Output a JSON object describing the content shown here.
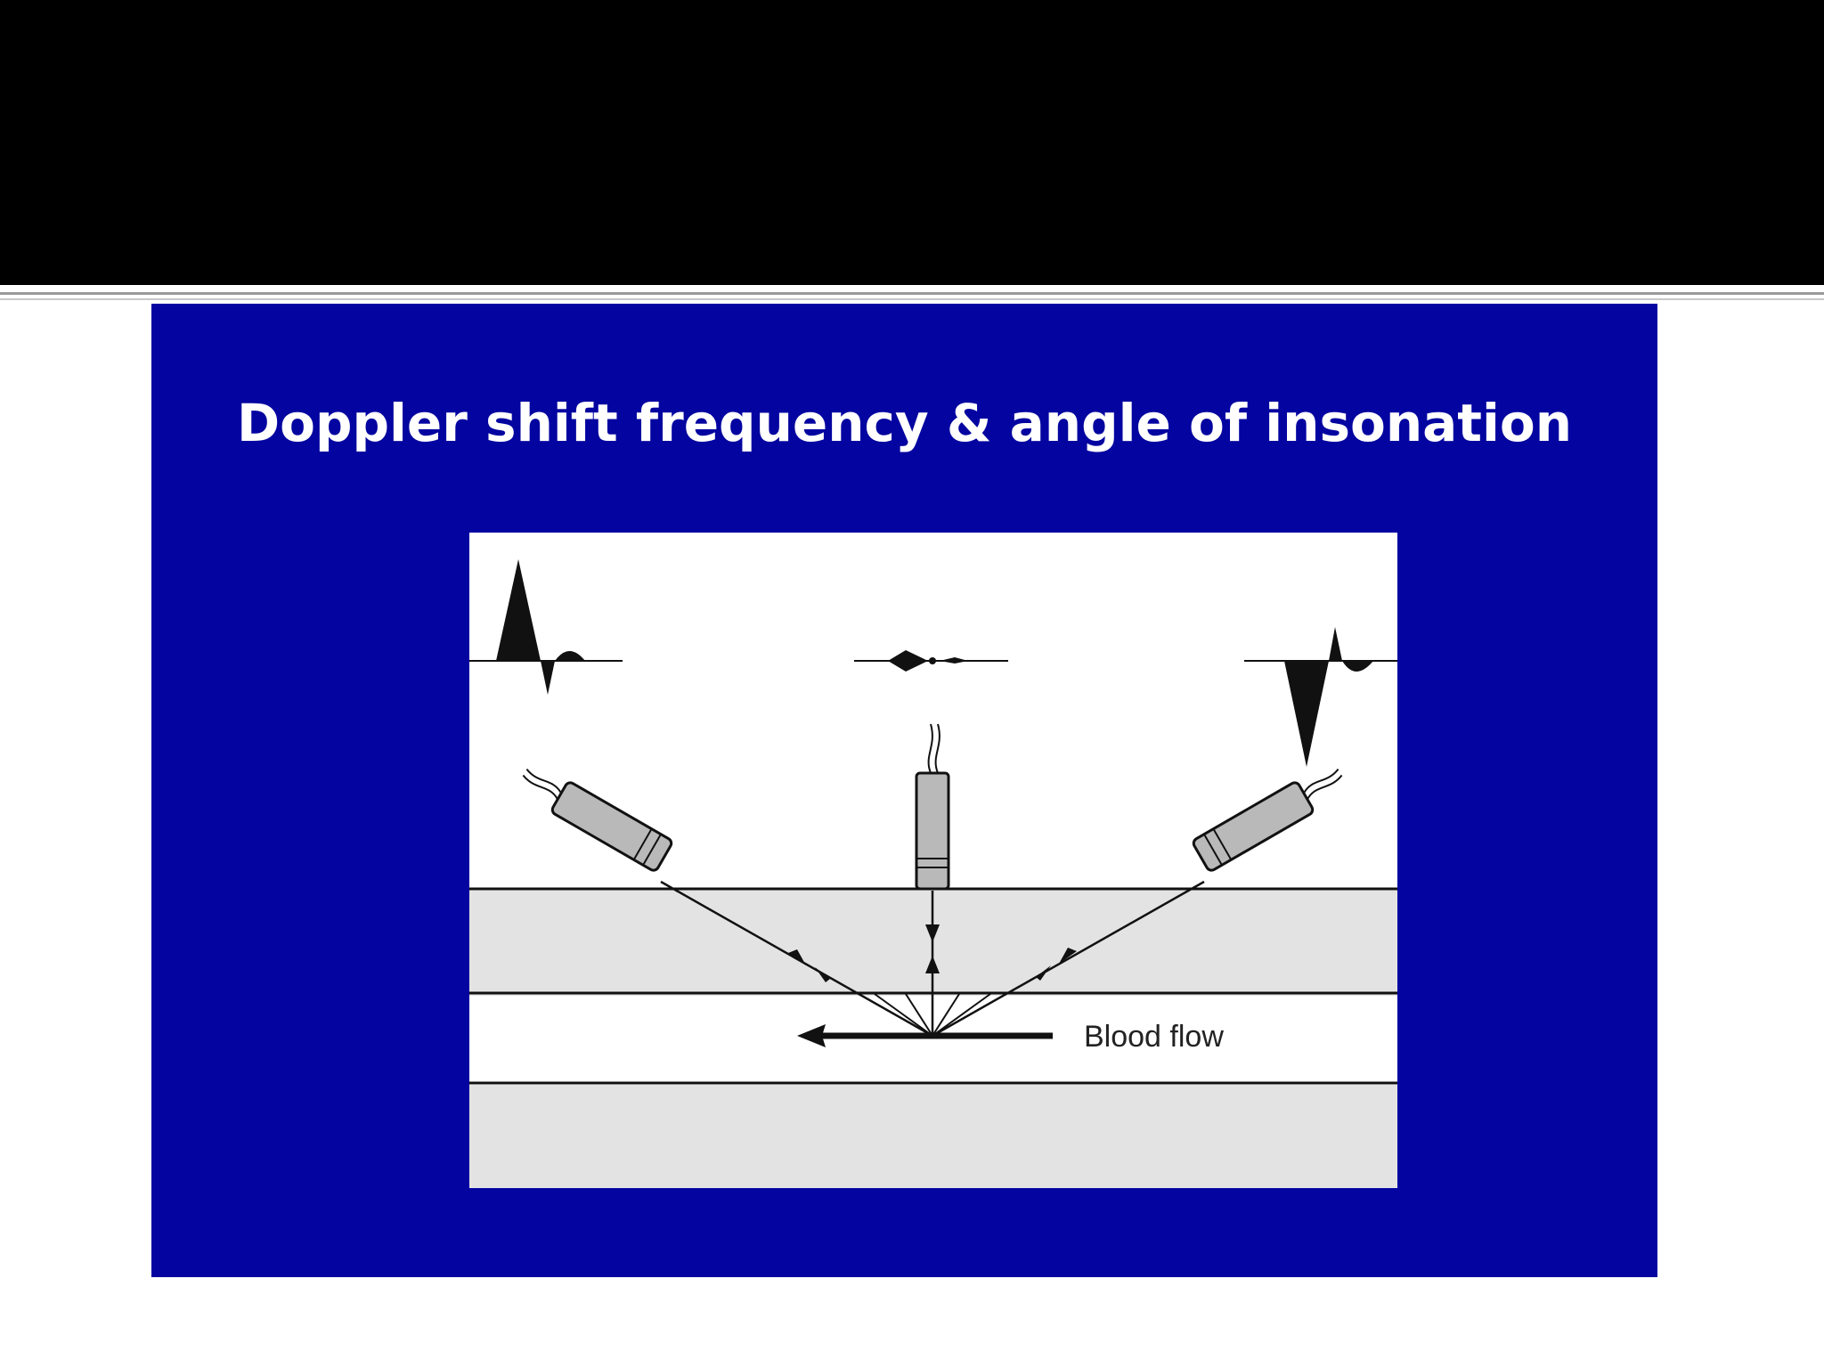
{
  "slide": {
    "title": "Doppler shift frequency & angle of insonation"
  },
  "diagram": {
    "flow_label": "Blood flow",
    "colors": {
      "slide_background": "#0404a0",
      "tissue_layer": "#e3e3e3",
      "probe_body": "#b9b9b9",
      "line": "#111111"
    },
    "probes": [
      "left-angled-probe",
      "vertical-probe",
      "right-angled-probe"
    ],
    "waveforms": [
      "positive-shift-waveform",
      "minimal-shift-waveform",
      "negative-shift-waveform"
    ]
  }
}
